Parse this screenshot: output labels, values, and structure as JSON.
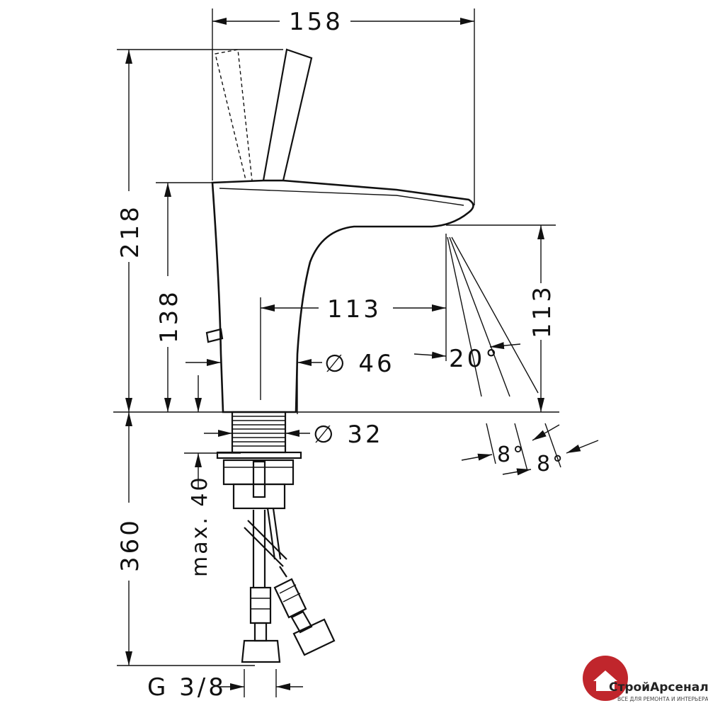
{
  "dimensions": {
    "width_total": "158",
    "height_total": "218",
    "height_spout": "138",
    "spout_reach": "113",
    "spout_height": "113",
    "body_diameter": "∅ 46",
    "shank_diameter": "∅ 32",
    "below_counter": "360",
    "max_thickness": "max. 40",
    "connection": "G 3/8",
    "angle_jet": "20°",
    "angle_a": "8°",
    "angle_b": "8°"
  },
  "logo": {
    "name": "СтройАрсенал",
    "tagline": "ВСЕ ДЛЯ РЕМОНТА И ИНТЕРЬЕРА",
    "brand_color": "#c0262c"
  }
}
